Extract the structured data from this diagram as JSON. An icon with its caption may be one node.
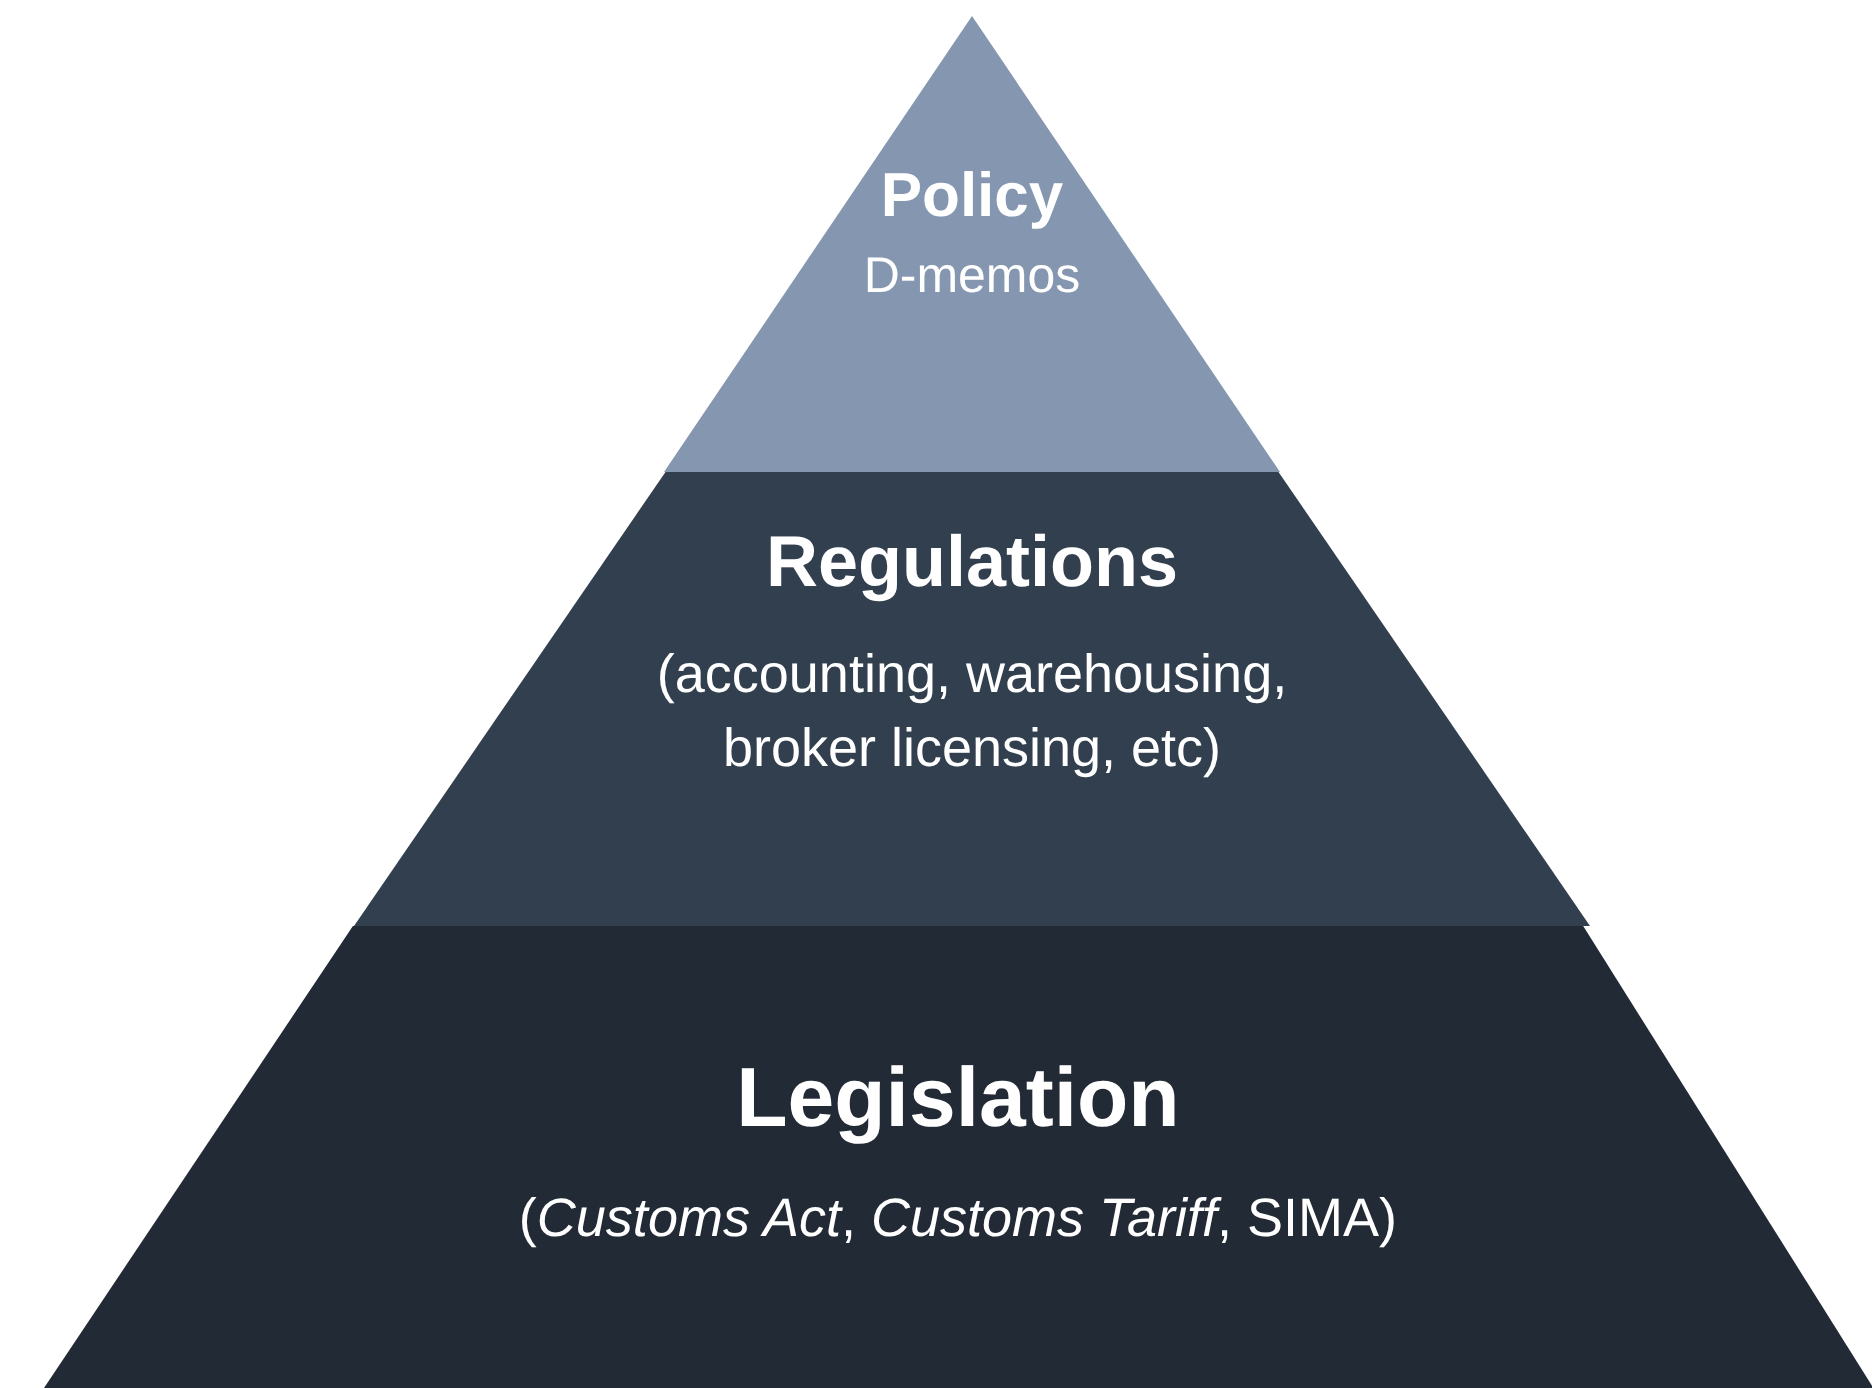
{
  "diagram": {
    "nodes": [
      {
        "text": [
          "Policy",
          "D-memos"
        ]
      },
      {
        "text": [
          "Regulations",
          "(accounting, warehousing, broker licensing, etc)"
        ]
      },
      {
        "text": [
          "Legislation",
          "(*Customs Act*, *Customs Tariff*, SIMA)"
        ]
      }
    ]
  }
}
